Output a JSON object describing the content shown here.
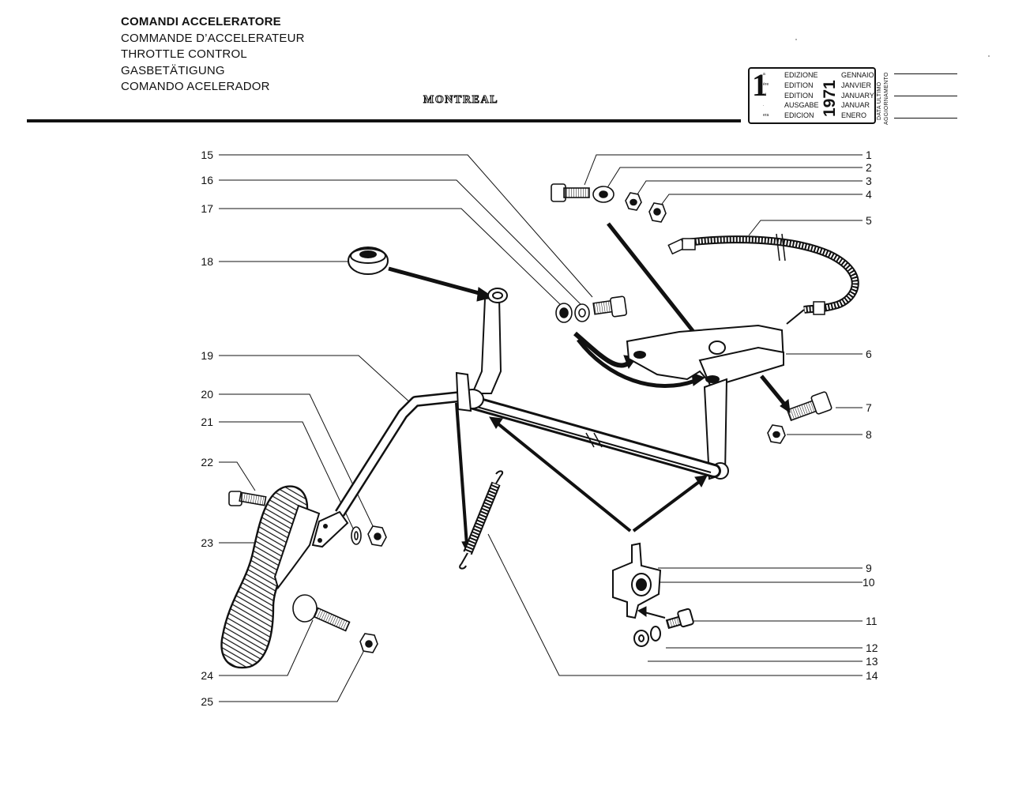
{
  "header": {
    "titles": [
      "COMANDI ACCELERATORE",
      "COMMANDE D’ACCELERATEUR",
      "THROTTLE CONTROL",
      "GASBETÄTIGUNG",
      "COMANDO ACELERADOR"
    ],
    "model": "MONTREAL"
  },
  "edition_box": {
    "number": "1",
    "ordinals": [
      "a",
      "ère",
      "st",
      ".",
      "era"
    ],
    "edition_words": [
      "EDIZIONE",
      "EDITION",
      "EDITION",
      "AUSGABE",
      "EDICION"
    ],
    "year": "1971",
    "months": [
      "GENNAIO",
      "JANVIER",
      "JANUARY",
      "JANUAR",
      "ENERO"
    ],
    "update_label_1": "DATA ULTIMO",
    "update_label_2": "AGGIORNAMENTO"
  },
  "callouts": {
    "left": [
      "15",
      "16",
      "17",
      "18",
      "19",
      "20",
      "21",
      "22",
      "23",
      "24",
      "25"
    ],
    "right": [
      "1",
      "2",
      "3",
      "4",
      "5",
      "6",
      "7",
      "8",
      "9",
      "10",
      "11",
      "12",
      "13",
      "14"
    ]
  }
}
